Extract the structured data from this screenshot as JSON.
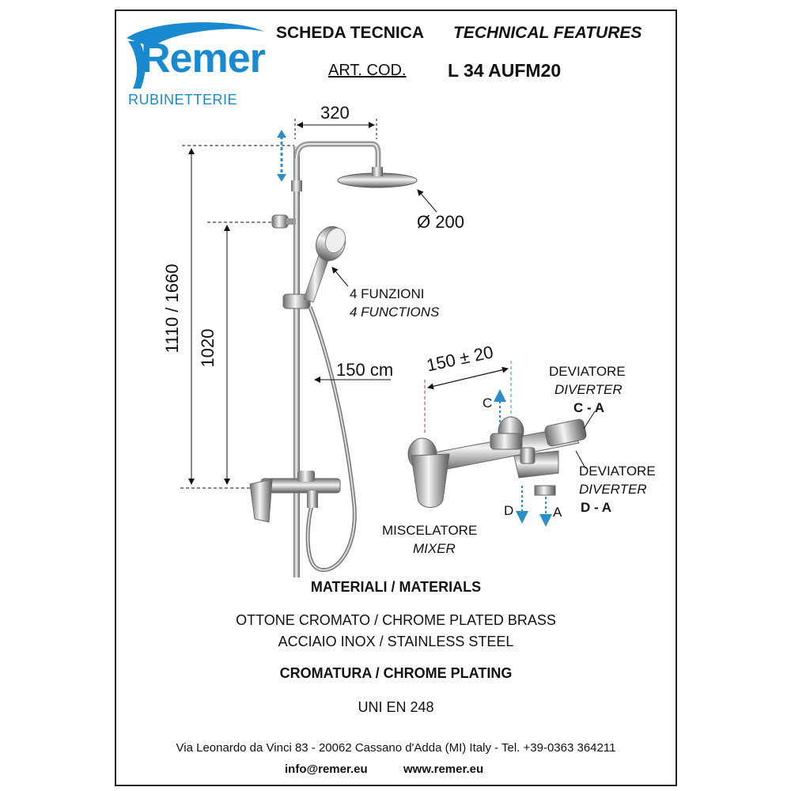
{
  "header": {
    "scheda_tecnica": "SCHEDA TECNICA",
    "technical_features": "TECHNICAL FEATURES",
    "art_cod_label": "ART. COD.",
    "art_cod_value": "L 34 AUFM20"
  },
  "logo": {
    "brand": "Remer",
    "sub": "RUBINETTERIE",
    "color": "#1a8ad0"
  },
  "dimensions": {
    "arm_width": "320",
    "head_diameter": "Ø 200",
    "total_height": "1110 / 1660",
    "bar_height": "1020",
    "hose_length": "150 cm",
    "mixer_spacing": "150 ± 20"
  },
  "labels": {
    "functions_it": "4 FUNZIONI",
    "functions_en": "4 FUNCTIONS",
    "diverter1_it": "DEVIATORE",
    "diverter1_en": "DIVERTER",
    "diverter1_code": "C - A",
    "diverter2_it": "DEVIATORE",
    "diverter2_en": "DIVERTER",
    "diverter2_code": "D - A",
    "mixer_it": "MISCELATORE",
    "mixer_en": "MIXER",
    "letter_c": "C",
    "letter_d": "D",
    "letter_a": "A"
  },
  "materials": {
    "title": "MATERIALI / MATERIALS",
    "line1": "OTTONE CROMATO / CHROME PLATED BRASS",
    "line2": "ACCIAIO INOX / STAINLESS STEEL",
    "plating": "CROMATURA / CHROME PLATING",
    "standard": "UNI EN 248"
  },
  "footer": {
    "address": "Via Leonardo da Vinci 83 - 20062 Cassano d'Adda (MI) Italy - Tel. +39-0363 364211",
    "email": "info@remer.eu",
    "website": "www.remer.eu"
  },
  "colors": {
    "accent_blue": "#1a8ad0",
    "adjust_arrow": "#2a8fc8",
    "dim_red": "#c03030"
  }
}
